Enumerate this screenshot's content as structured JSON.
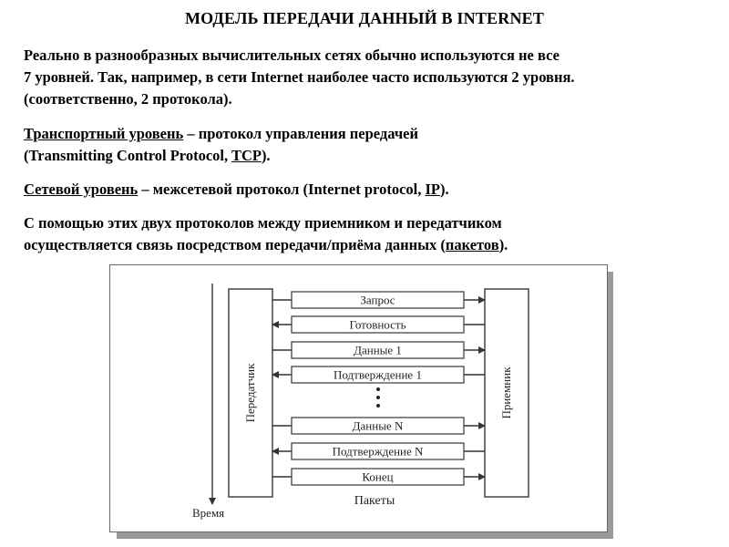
{
  "title": "МОДЕЛЬ ПЕРЕДАЧИ ДАННЫЙ В INTERNET",
  "p1": {
    "line1": "Реально в разнообразных вычислительных сетях обычно используются не все",
    "line2": "7 уровней. Так, например, в сети Internet наиболее часто используются 2 уровня.",
    "line3": "(соответственно, 2 протокола)."
  },
  "p2": {
    "term": "Транспортный уровень",
    "rest": " – протокол управления передачей",
    "l2a": "(Transmitting Control Protocol, ",
    "abbr": "TCP",
    "l2b": ")."
  },
  "p3": {
    "term": "Сетевой уровень",
    "rest": " – межсетевой протокол (Internet protocol, ",
    "abbr": "IP",
    "end": ")."
  },
  "p4": {
    "line1": "С помощью этих двух протоколов между приемником и передатчиком",
    "l2a": "осуществляется связь посредством передачи/приёма данных (",
    "term": "пакетов",
    "l2b": ")."
  },
  "diagram": {
    "sender": "Передатчик",
    "receiver": "Приемник",
    "time": "Время",
    "packets_caption": "Пакеты",
    "packets": [
      {
        "label": "Запрос",
        "direction": "right"
      },
      {
        "label": "Готовность",
        "direction": "left"
      },
      {
        "label": "Данные 1",
        "direction": "right"
      },
      {
        "label": "Подтверждение 1",
        "direction": "left"
      },
      {
        "label": "Данные N",
        "direction": "right"
      },
      {
        "label": "Подтверждение N",
        "direction": "left"
      },
      {
        "label": "Конец",
        "direction": "right"
      }
    ]
  }
}
